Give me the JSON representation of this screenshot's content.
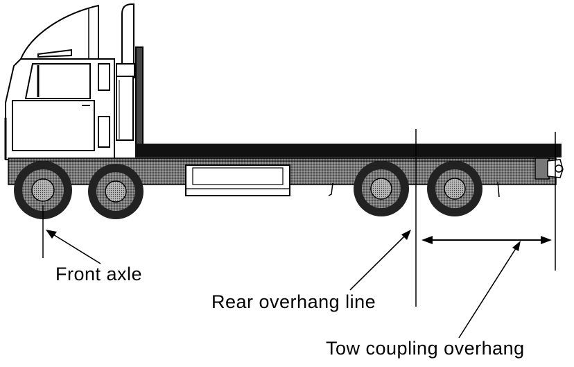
{
  "labels": {
    "front_axle": "Front axle",
    "rear_overhang_line": "Rear overhang line",
    "tow_coupling_overhang": "Tow coupling overhang"
  },
  "colors": {
    "ink": "#000000",
    "paper": "#ffffff",
    "chassis_fill": "#555555",
    "tire": "#222222"
  }
}
